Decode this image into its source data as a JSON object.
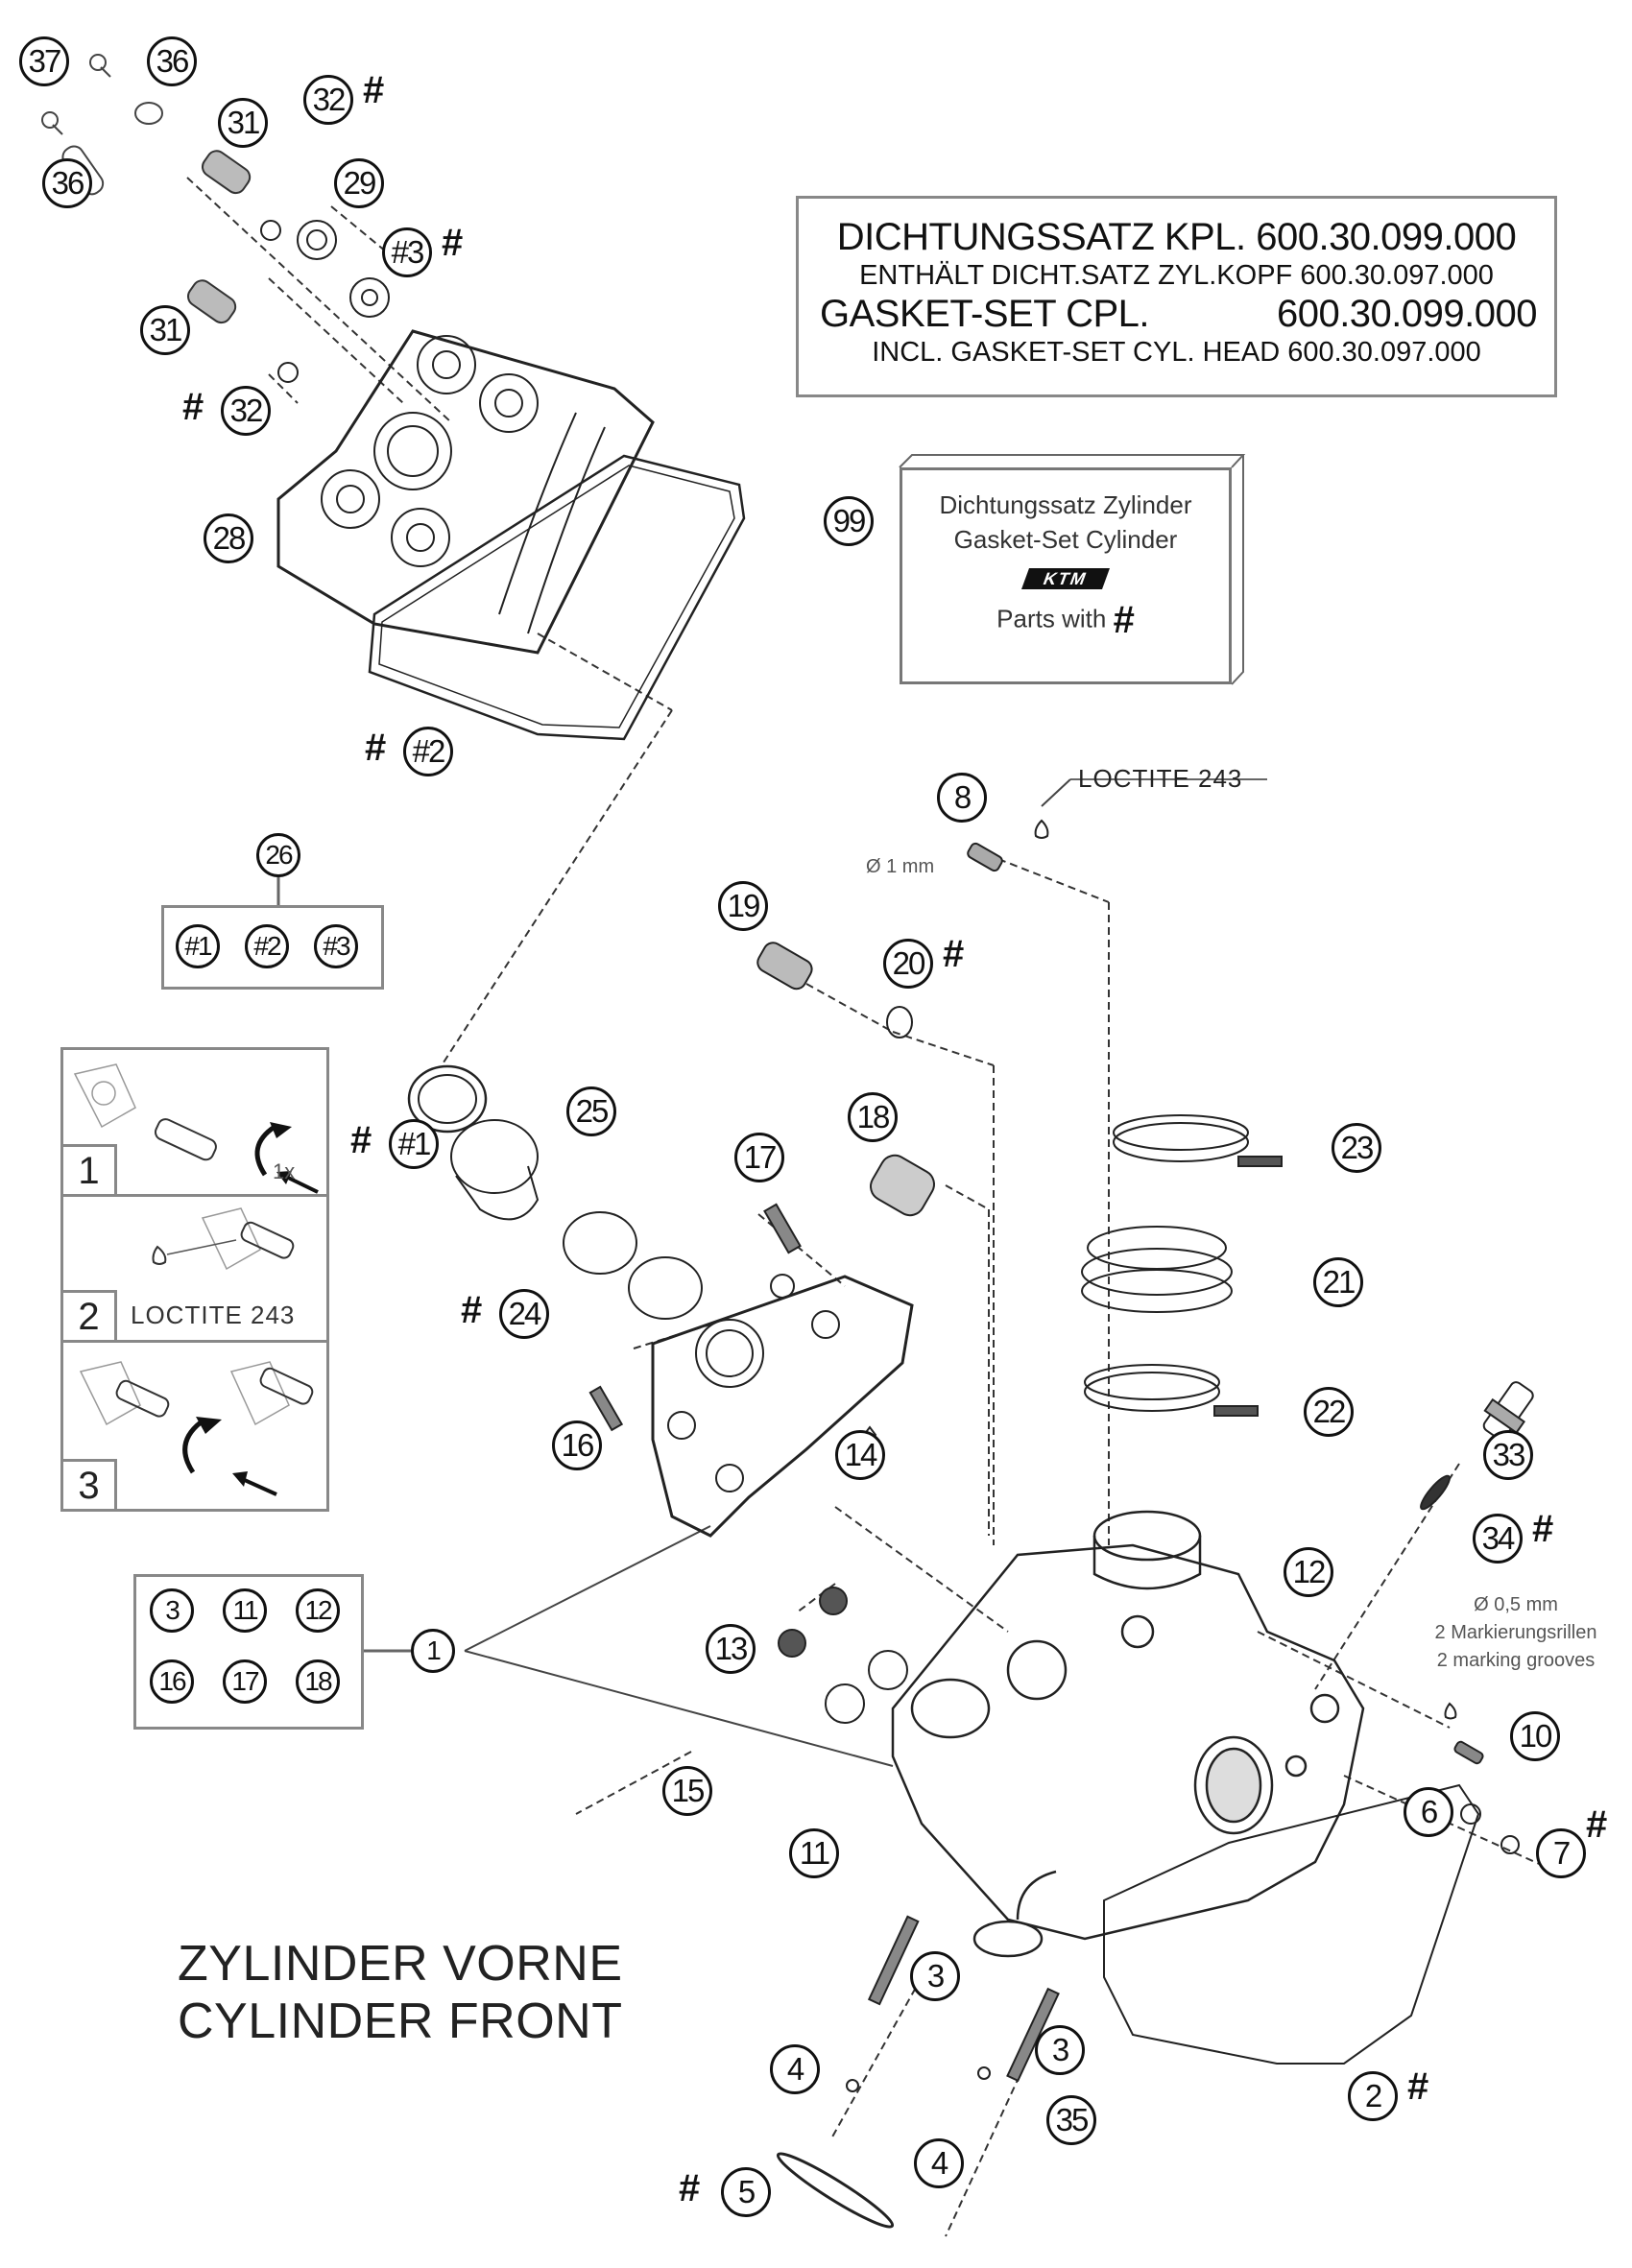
{
  "diagram": {
    "type": "exploded-parts-diagram",
    "title": {
      "line1": "ZYLINDER VORNE",
      "line2": "CYLINDER FRONT"
    },
    "gasket_info": {
      "line1_label": "DICHTUNGSSATZ KPL. 600.30.099.000",
      "line2_label": "ENTHÄLT DICHT.SATZ ZYL.KOPF 600.30.097.000",
      "line3_left": "GASKET-SET CPL.",
      "line3_right": "600.30.099.000",
      "line4_label": "INCL. GASKET-SET CYL. HEAD 600.30.097.000"
    },
    "gasket_kit": {
      "callout": "99",
      "line1": "Dichtungssatz Zylinder",
      "line2": "Gasket-Set Cylinder",
      "logo": "KTM",
      "parts_with": "Parts with",
      "hash_symbol": "#"
    },
    "set_26": {
      "callout": "26",
      "members": [
        "#1",
        "#2",
        "#3"
      ]
    },
    "group_1": {
      "callout": "1",
      "members": [
        "3",
        "11",
        "12",
        "16",
        "17",
        "18"
      ]
    },
    "install_steps": [
      {
        "number": "1",
        "label": "",
        "rotation_note": "1x"
      },
      {
        "number": "2",
        "label": "LOCTITE 243"
      },
      {
        "number": "3",
        "label": ""
      }
    ],
    "annotations": {
      "loctite": "LOCTITE 243",
      "diameter_1mm": "Ø 1 mm",
      "diameter_05mm": "Ø 0,5 mm",
      "marking_de": "2 Markierungsrillen",
      "marking_en": "2 marking grooves"
    },
    "callouts": [
      {
        "id": "37",
        "hash": false
      },
      {
        "id": "36a",
        "label": "36",
        "hash": false
      },
      {
        "id": "36b",
        "label": "36",
        "hash": false
      },
      {
        "id": "31a",
        "label": "31",
        "hash": false
      },
      {
        "id": "31b",
        "label": "31",
        "hash": false
      },
      {
        "id": "32a",
        "label": "32",
        "hash": true
      },
      {
        "id": "32b",
        "label": "32",
        "hash": true
      },
      {
        "id": "29",
        "label": "29",
        "hash": false
      },
      {
        "id": "h3",
        "label": "#3",
        "hash": true
      },
      {
        "id": "28",
        "label": "28",
        "hash": false
      },
      {
        "id": "h2",
        "label": "#2",
        "hash": true
      },
      {
        "id": "8",
        "label": "8",
        "hash": false
      },
      {
        "id": "19",
        "label": "19",
        "hash": false
      },
      {
        "id": "20",
        "label": "20",
        "hash": true
      },
      {
        "id": "h1",
        "label": "#1",
        "hash": true
      },
      {
        "id": "25",
        "label": "25",
        "hash": false
      },
      {
        "id": "18",
        "label": "18",
        "hash": false
      },
      {
        "id": "17",
        "label": "17",
        "hash": false
      },
      {
        "id": "23",
        "label": "23",
        "hash": false
      },
      {
        "id": "21",
        "label": "21",
        "hash": false
      },
      {
        "id": "24",
        "label": "24",
        "hash": true
      },
      {
        "id": "22",
        "label": "22",
        "hash": false
      },
      {
        "id": "16",
        "label": "16",
        "hash": false
      },
      {
        "id": "14",
        "label": "14",
        "hash": false
      },
      {
        "id": "33",
        "label": "33",
        "hash": false
      },
      {
        "id": "34",
        "label": "34",
        "hash": true
      },
      {
        "id": "12",
        "label": "12",
        "hash": false
      },
      {
        "id": "1",
        "label": "1",
        "hash": false
      },
      {
        "id": "13",
        "label": "13",
        "hash": false
      },
      {
        "id": "10",
        "label": "10",
        "hash": false
      },
      {
        "id": "15",
        "label": "15",
        "hash": false
      },
      {
        "id": "6",
        "label": "6",
        "hash": false
      },
      {
        "id": "7",
        "label": "7",
        "hash": true
      },
      {
        "id": "11",
        "label": "11",
        "hash": false
      },
      {
        "id": "3a",
        "label": "3",
        "hash": false
      },
      {
        "id": "3b",
        "label": "3",
        "hash": false
      },
      {
        "id": "4a",
        "label": "4",
        "hash": false
      },
      {
        "id": "4b",
        "label": "4",
        "hash": false
      },
      {
        "id": "2",
        "label": "2",
        "hash": true
      },
      {
        "id": "35",
        "label": "35",
        "hash": false
      },
      {
        "id": "5",
        "label": "5",
        "hash": true
      }
    ],
    "hash_symbol": "#"
  }
}
